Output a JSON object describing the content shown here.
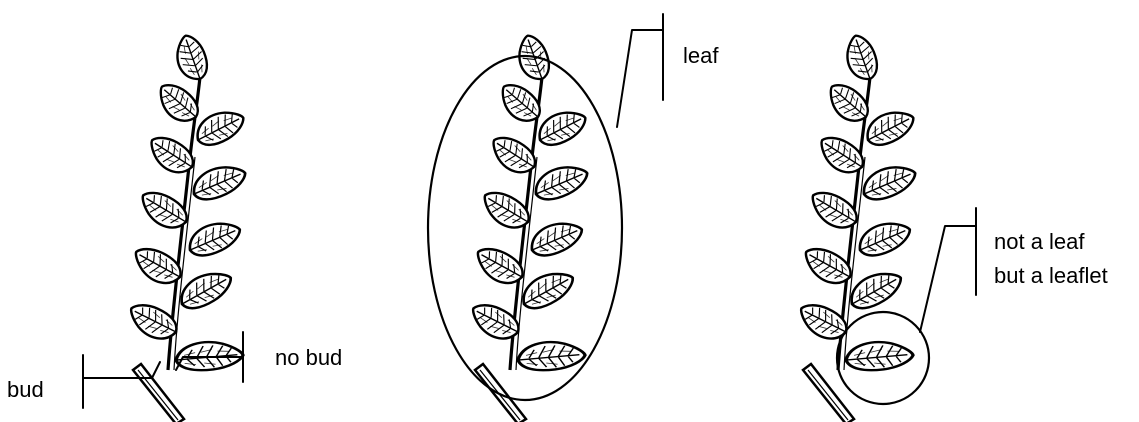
{
  "labels": {
    "bud": "bud",
    "no_bud": "no bud",
    "leaf": "leaf",
    "leaflet_line1": "not a leaf",
    "leaflet_line2": "but a leaflet"
  },
  "panels": [
    {
      "name": "bud-panel"
    },
    {
      "name": "leaf-panel"
    },
    {
      "name": "leaflet-panel"
    }
  ]
}
